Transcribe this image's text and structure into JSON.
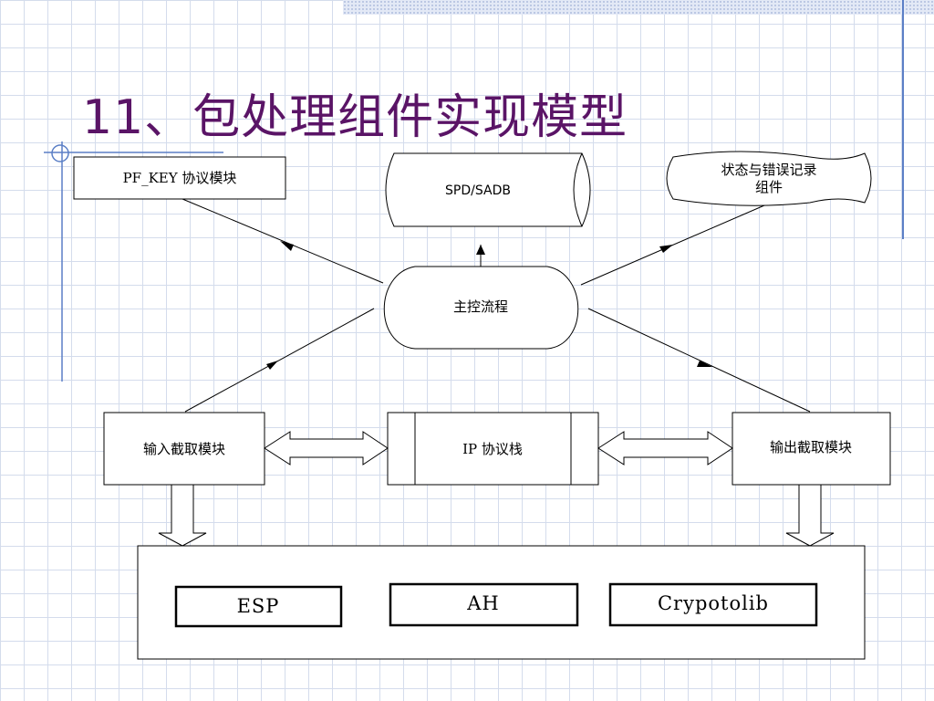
{
  "slide": {
    "title": "11、包处理组件实现模型"
  },
  "diagram": {
    "pfkey": "PF_KEY 协议模块",
    "spd": "SPD/SADB",
    "status_line1": "状态与错误记录",
    "status_line2": "组件",
    "main": "主控流程",
    "input": "输入截取模块",
    "ipstack": "IP 协议栈",
    "output": "输出截取模块",
    "esp": "ESP",
    "ah": "AH",
    "crypto": "Crypotolib"
  },
  "colors": {
    "title": "#5a1466",
    "accent": "#5b7fc6",
    "grid": "#d4dcec"
  }
}
